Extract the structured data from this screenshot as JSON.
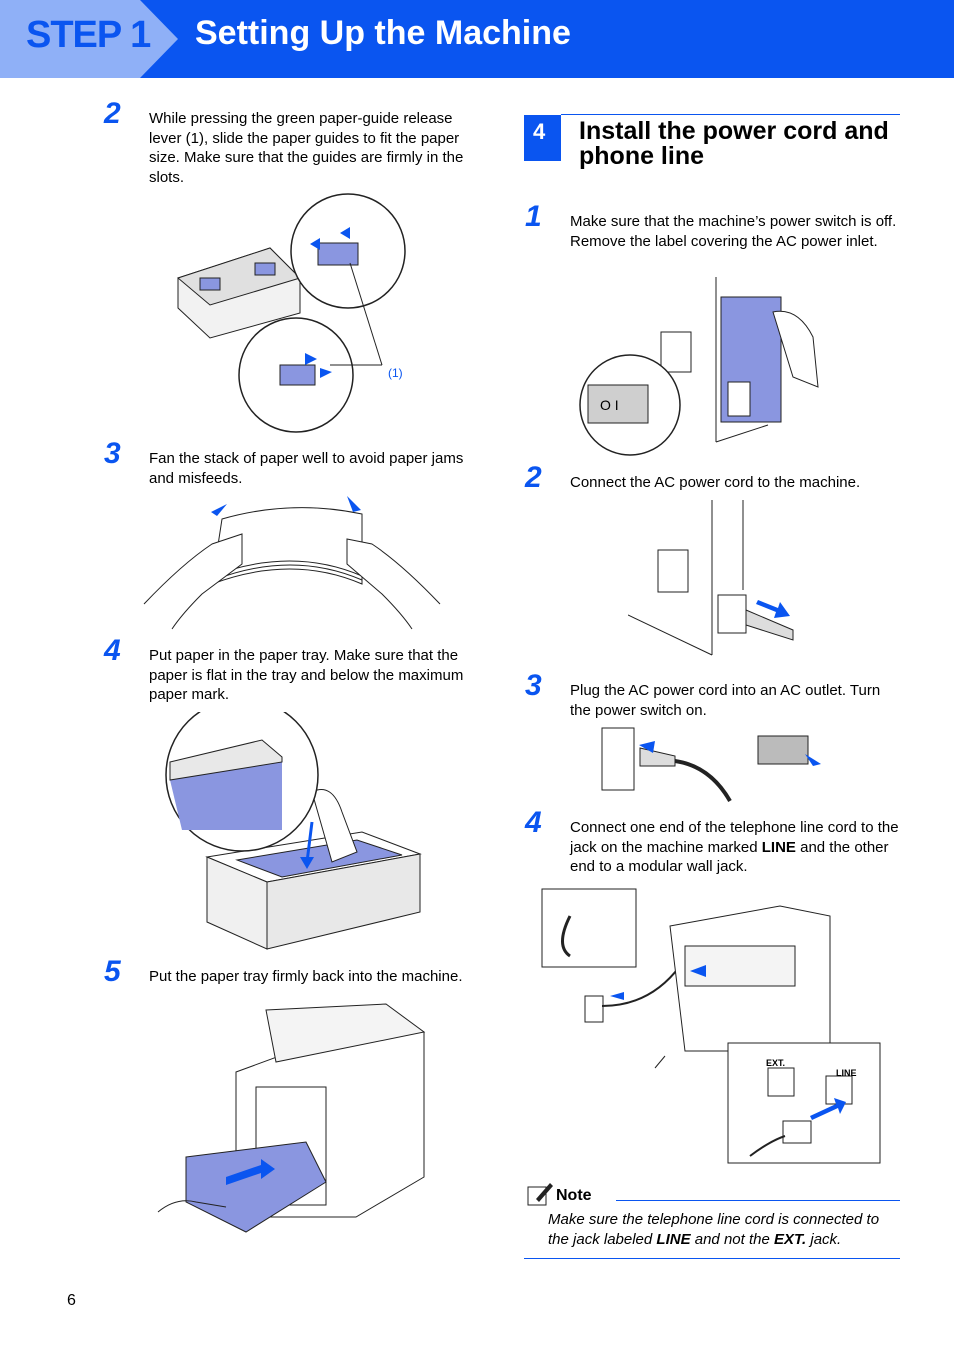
{
  "header": {
    "step_label": "STEP 1",
    "title": "Setting Up the Machine"
  },
  "left": {
    "steps": [
      {
        "num": "2",
        "text": "While pressing the green paper-guide release lever (1), slide the paper guides to fit the paper size. Make sure that the guides are firmly in the slots."
      },
      {
        "num": "3",
        "text": "Fan the stack of paper well to avoid paper jams and misfeeds."
      },
      {
        "num": "4",
        "text": "Put paper in the paper tray. Make sure that the paper is flat in the tray and below the maximum paper mark."
      },
      {
        "num": "5",
        "text": "Put the paper tray firmly back into the machine."
      }
    ],
    "fig1_callout": "(1)"
  },
  "section": {
    "num": "4",
    "title": "Install the power cord and phone line"
  },
  "right": {
    "steps": [
      {
        "num": "1",
        "text": "Make sure that the machine’s power switch is off. Remove the label covering the AC power inlet."
      },
      {
        "num": "2",
        "text": "Connect the AC power cord to the machine."
      },
      {
        "num": "3",
        "text": "Plug the AC power cord into an AC outlet. Turn the power switch on."
      },
      {
        "num": "4",
        "text_a": "Connect one end of the telephone line cord to the jack on the machine marked ",
        "text_b": "LINE",
        "text_c": " and the other end to a modular wall jack."
      }
    ],
    "jack_ext": "EXT.",
    "jack_line": "LINE"
  },
  "note": {
    "label": "Note",
    "text_a": "Make sure the telephone line cord is connected to the jack labeled ",
    "text_b": "LINE",
    "text_c": " and not the ",
    "text_d": "EXT.",
    "text_e": " jack."
  },
  "footer": {
    "page_number": "6"
  },
  "colors": {
    "brand_blue": "#0a55f0",
    "tab_blue": "#8fb0f7",
    "paper_blue": "#8a96e0"
  }
}
